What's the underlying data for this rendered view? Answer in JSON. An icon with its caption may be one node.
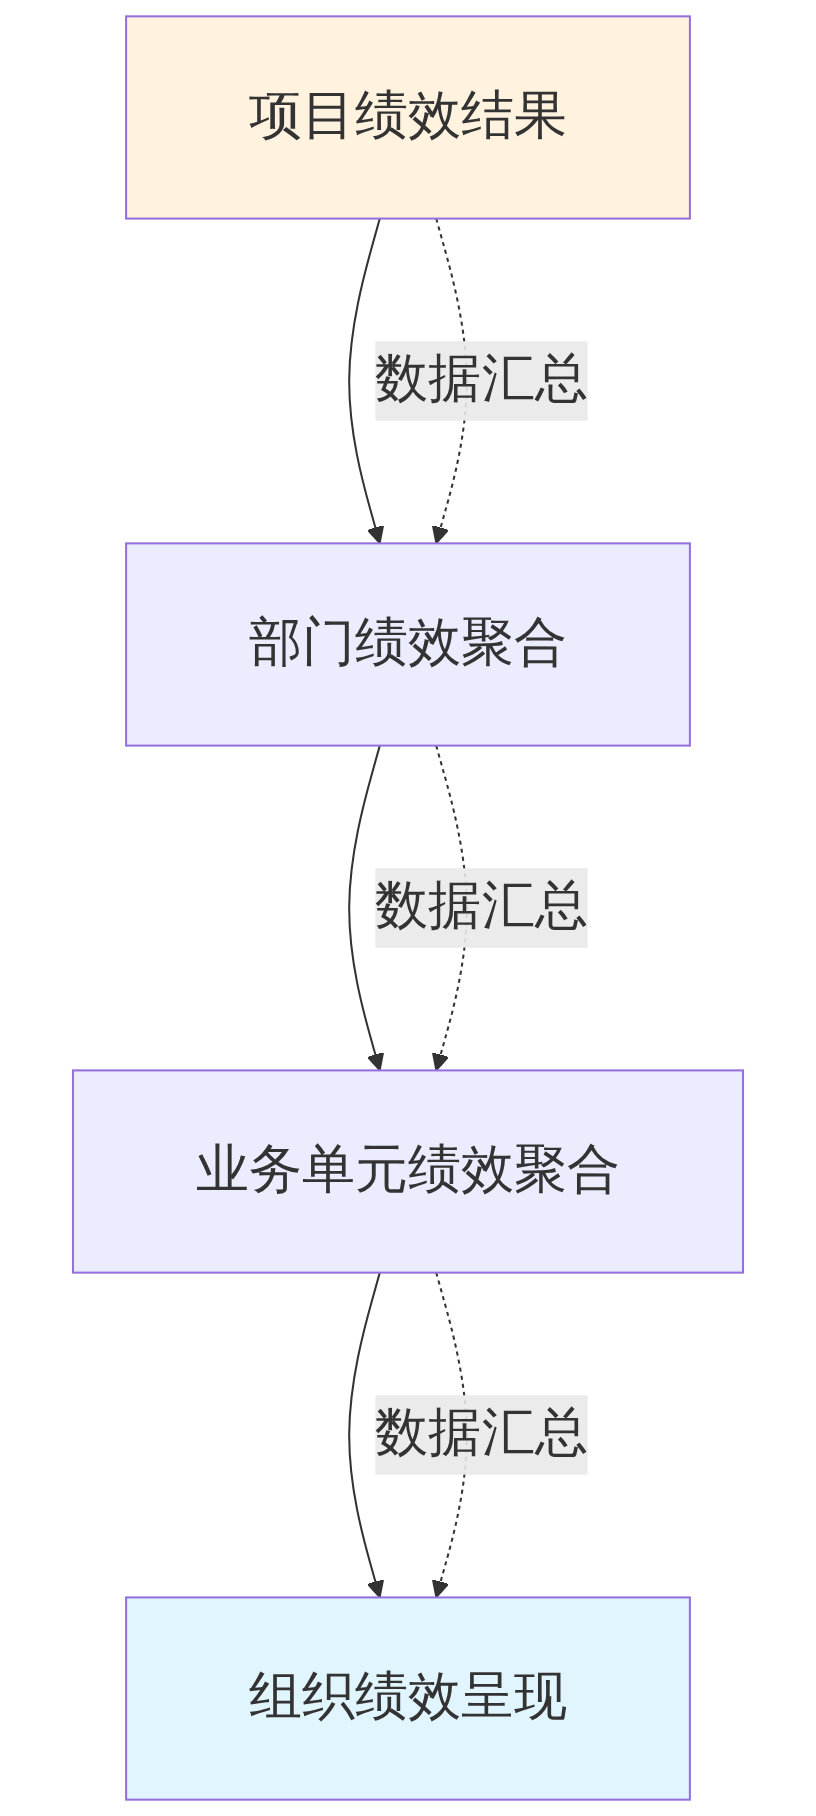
{
  "diagram": {
    "nodes": [
      {
        "text": [
          "项目绩效结果"
        ]
      },
      {
        "text": [
          "部门绩效聚合"
        ]
      },
      {
        "text": [
          "业务单元绩效聚合"
        ]
      },
      {
        "text": [
          "组织绩效呈现"
        ]
      }
    ],
    "edges": [
      {
        "from": 0,
        "to": 1,
        "arrow": "to"
      },
      {
        "from": 0,
        "to": 1,
        "arrow": "to",
        "style": "dashed",
        "label": "数据汇总"
      },
      {
        "from": 1,
        "to": 2,
        "arrow": "to"
      },
      {
        "from": 1,
        "to": 2,
        "arrow": "to",
        "style": "dashed",
        "label": "数据汇总"
      },
      {
        "from": 2,
        "to": 3,
        "arrow": "to"
      },
      {
        "from": 2,
        "to": 3,
        "arrow": "to",
        "style": "dashed",
        "label": "数据汇总"
      }
    ]
  }
}
